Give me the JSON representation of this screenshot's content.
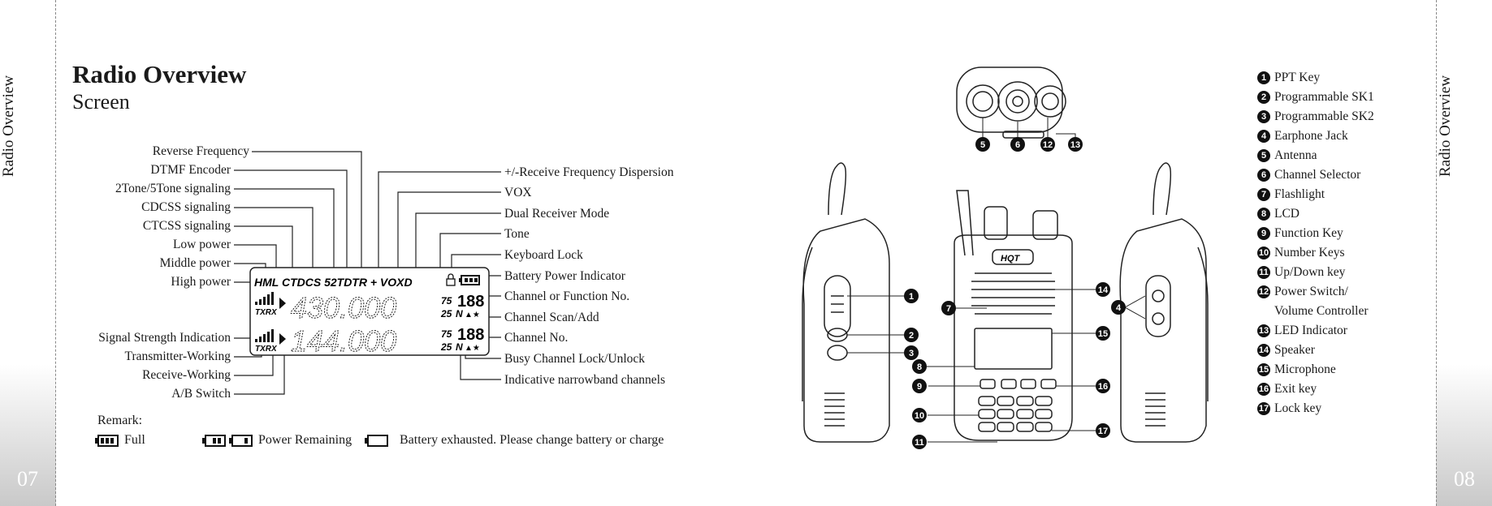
{
  "page_left": {
    "side_label": "Radio Overview",
    "page_number": "07"
  },
  "page_right": {
    "side_label": "Radio Overview",
    "page_number": "08"
  },
  "heading": {
    "title": "Radio Overview",
    "subtitle": "Screen"
  },
  "screen_labels_left": [
    "Reverse Frequency",
    "DTMF Encoder",
    "2Tone/5Tone signaling",
    "CDCSS signaling",
    "CTCSS signaling",
    "Low power",
    "Middle power",
    "High power",
    "Signal Strength Indication",
    "Transmitter-Working",
    "Receive-Working",
    "A/B Switch"
  ],
  "screen_labels_right": [
    "+/-Receive Frequency Dispersion",
    "VOX",
    "Dual Receiver Mode",
    "Tone",
    "Keyboard Lock",
    "Battery Power Indicator",
    "Channel  or Function No.",
    "Channel Scan/Add",
    "Channel No.",
    "Busy Channel Lock/Unlock",
    "Indicative narrowband channels"
  ],
  "lcd": {
    "indicators": "HML CTDCS 52TDTR + VOXD",
    "freq_a": "430.000",
    "freq_b": "144.000",
    "channel_a": "188",
    "channel_b": "188",
    "small_75": "75",
    "small_25": "25",
    "n_label": "N",
    "txrx": "TXRX"
  },
  "remark": {
    "title": "Remark:",
    "full": "Full",
    "power_remaining": "Power Remaining",
    "exhausted": "Battery exhausted. Please  change  battery  or  charge"
  },
  "radio_brand": "HQT",
  "parts": [
    {
      "num": "1",
      "label": "PPT  Key"
    },
    {
      "num": "2",
      "label": "Programmable SK1"
    },
    {
      "num": "3",
      "label": "Programmable SK2"
    },
    {
      "num": "4",
      "label": "Earphone Jack"
    },
    {
      "num": "5",
      "label": "Antenna"
    },
    {
      "num": "6",
      "label": "Channel Selector"
    },
    {
      "num": "7",
      "label": "Flashlight"
    },
    {
      "num": "8",
      "label": "LCD"
    },
    {
      "num": "9",
      "label": "Function Key"
    },
    {
      "num": "10",
      "label": "Number Keys"
    },
    {
      "num": "11",
      "label": "Up/Down key"
    },
    {
      "num": "12",
      "label": "Power Switch/"
    },
    {
      "num": "",
      "label": "Volume Controller"
    },
    {
      "num": "13",
      "label": "LED Indicator"
    },
    {
      "num": "14",
      "label": "Speaker"
    },
    {
      "num": "15",
      "label": "Microphone"
    },
    {
      "num": "16",
      "label": "Exit key"
    },
    {
      "num": "17",
      "label": "Lock key"
    }
  ]
}
